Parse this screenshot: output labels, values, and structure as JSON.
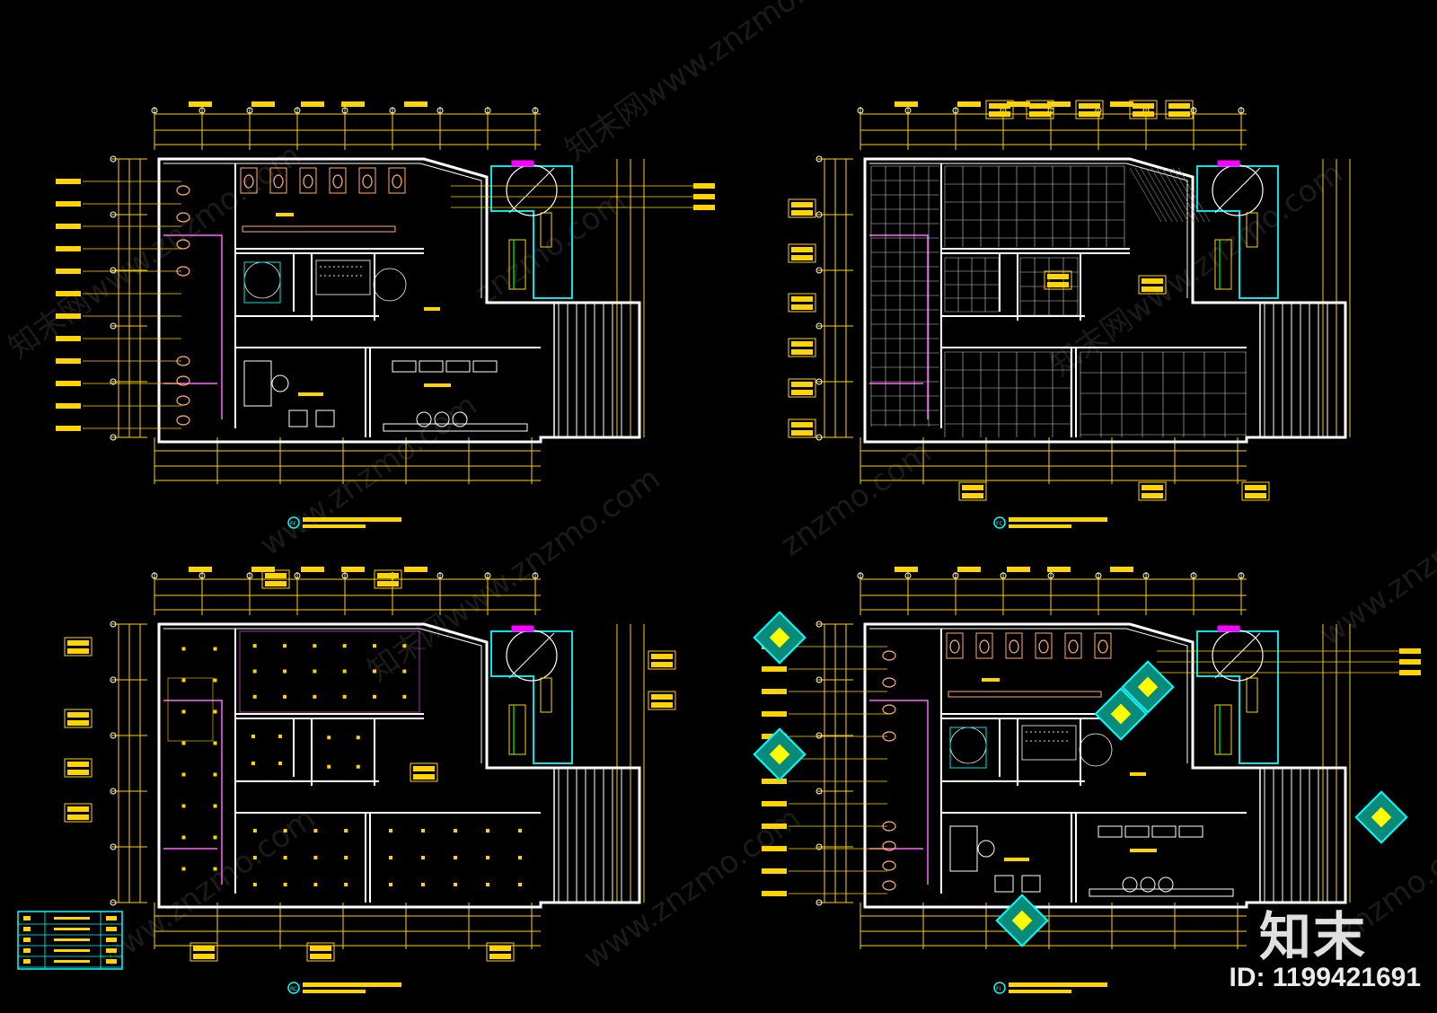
{
  "watermark": {
    "logo": "知末",
    "id_label": "ID: 1199421691",
    "tiles": [
      "知末网www.znzmo.com",
      "www.znzmo.com",
      "znzmo.com"
    ]
  },
  "drawing": {
    "background": "#000000",
    "wall_color": "#ffffff",
    "dimension_color": "#ffd400",
    "annotation_color": "#ffff00",
    "partition_color": "#ff66ff",
    "fixture_color": "#ffb070",
    "glass_color": "#00e5e5",
    "elevation_tag_color": "#00ffff",
    "plans": [
      {
        "id": "plan-top-left",
        "title_tag": "FF",
        "content": "furniture"
      },
      {
        "id": "plan-top-right",
        "title_tag": "FC",
        "content": "floor-tiles"
      },
      {
        "id": "plan-bottom-left",
        "title_tag": "RC",
        "content": "ceiling"
      },
      {
        "id": "plan-bottom-right",
        "title_tag": "FI",
        "content": "index"
      }
    ],
    "legend_rows": 5
  }
}
